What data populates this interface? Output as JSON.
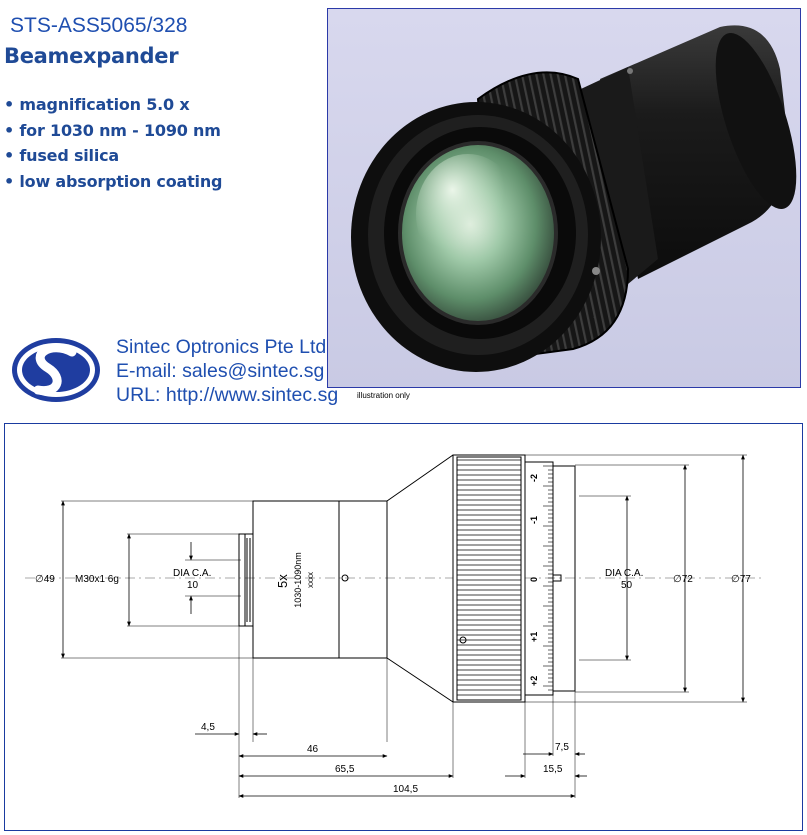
{
  "product": {
    "code": "STS-ASS5065/328",
    "name": "Beamexpander",
    "features": [
      "• magnification 5.0 x",
      "• for 1030 nm - 1090 nm",
      "• fused silica",
      "• low absorption coating"
    ]
  },
  "photo": {
    "note": "illustration only"
  },
  "company": {
    "name": "Sintec Optronics Pte Ltd",
    "email": "E-mail: sales@sintec.sg",
    "url": "URL: http://www.sintec.sg"
  },
  "drawing": {
    "labels": {
      "dia_left": "∅49",
      "thread": "M30x1 6g",
      "dia_ca_left_title": "DIA C.A.",
      "dia_ca_left_value": "10",
      "body_mag": "5x",
      "body_wavelength": "1030-1090nm",
      "body_serial": "xxxx",
      "dia_ca_right_title": "DIA C.A.",
      "dia_ca_right_value": "50",
      "dia_72": "∅72",
      "dia_77": "∅77"
    },
    "scale_marks": [
      "-2",
      "-1",
      "0",
      "+1",
      "+2"
    ],
    "dims": {
      "d_4_5": "4,5",
      "d_46": "46",
      "d_65_5": "65,5",
      "d_104_5": "104,5",
      "d_7_5": "7,5",
      "d_15_5": "15,5"
    }
  },
  "colors": {
    "brand_blue": "#1f4fb0",
    "heading_blue": "#1f4a96",
    "frame_blue": "#2b3aa8",
    "photo_bg": "#cfd0e8"
  }
}
